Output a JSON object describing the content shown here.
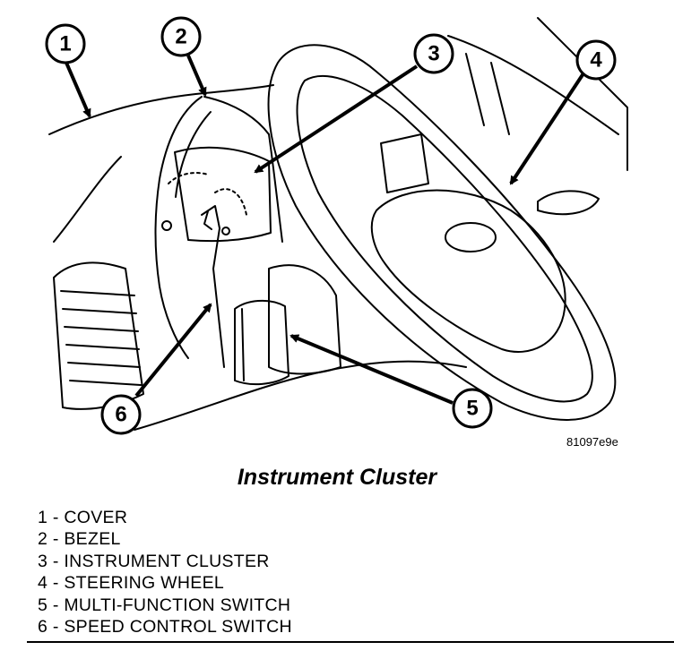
{
  "figure": {
    "figure_id": "81097e9e",
    "caption": "Instrument Cluster",
    "callouts": [
      "1",
      "2",
      "3",
      "4",
      "5",
      "6"
    ]
  },
  "legend": [
    "1 - COVER",
    "2 - BEZEL",
    "3 - INSTRUMENT CLUSTER",
    "4 - STEERING WHEEL",
    "5 - MULTI-FUNCTION SWITCH",
    "6 - SPEED CONTROL SWITCH"
  ],
  "colors": {
    "line": "#000000",
    "background": "#ffffff"
  }
}
